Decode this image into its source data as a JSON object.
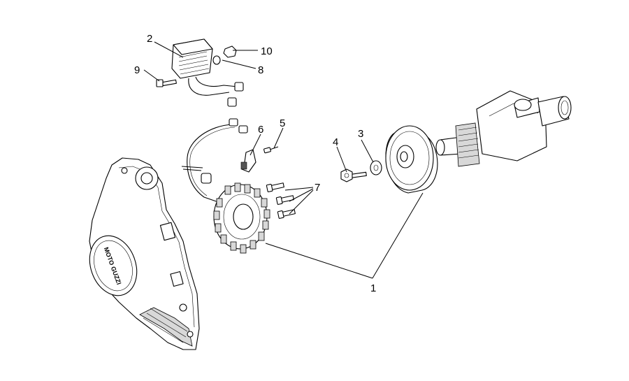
{
  "callouts": {
    "c1": "1",
    "c2": "2",
    "c3": "3",
    "c4": "4",
    "c5": "5",
    "c6": "6",
    "c7": "7",
    "c8": "8",
    "c9": "9",
    "c10": "10"
  },
  "cover_logo_text": "MOTO GUZZI"
}
